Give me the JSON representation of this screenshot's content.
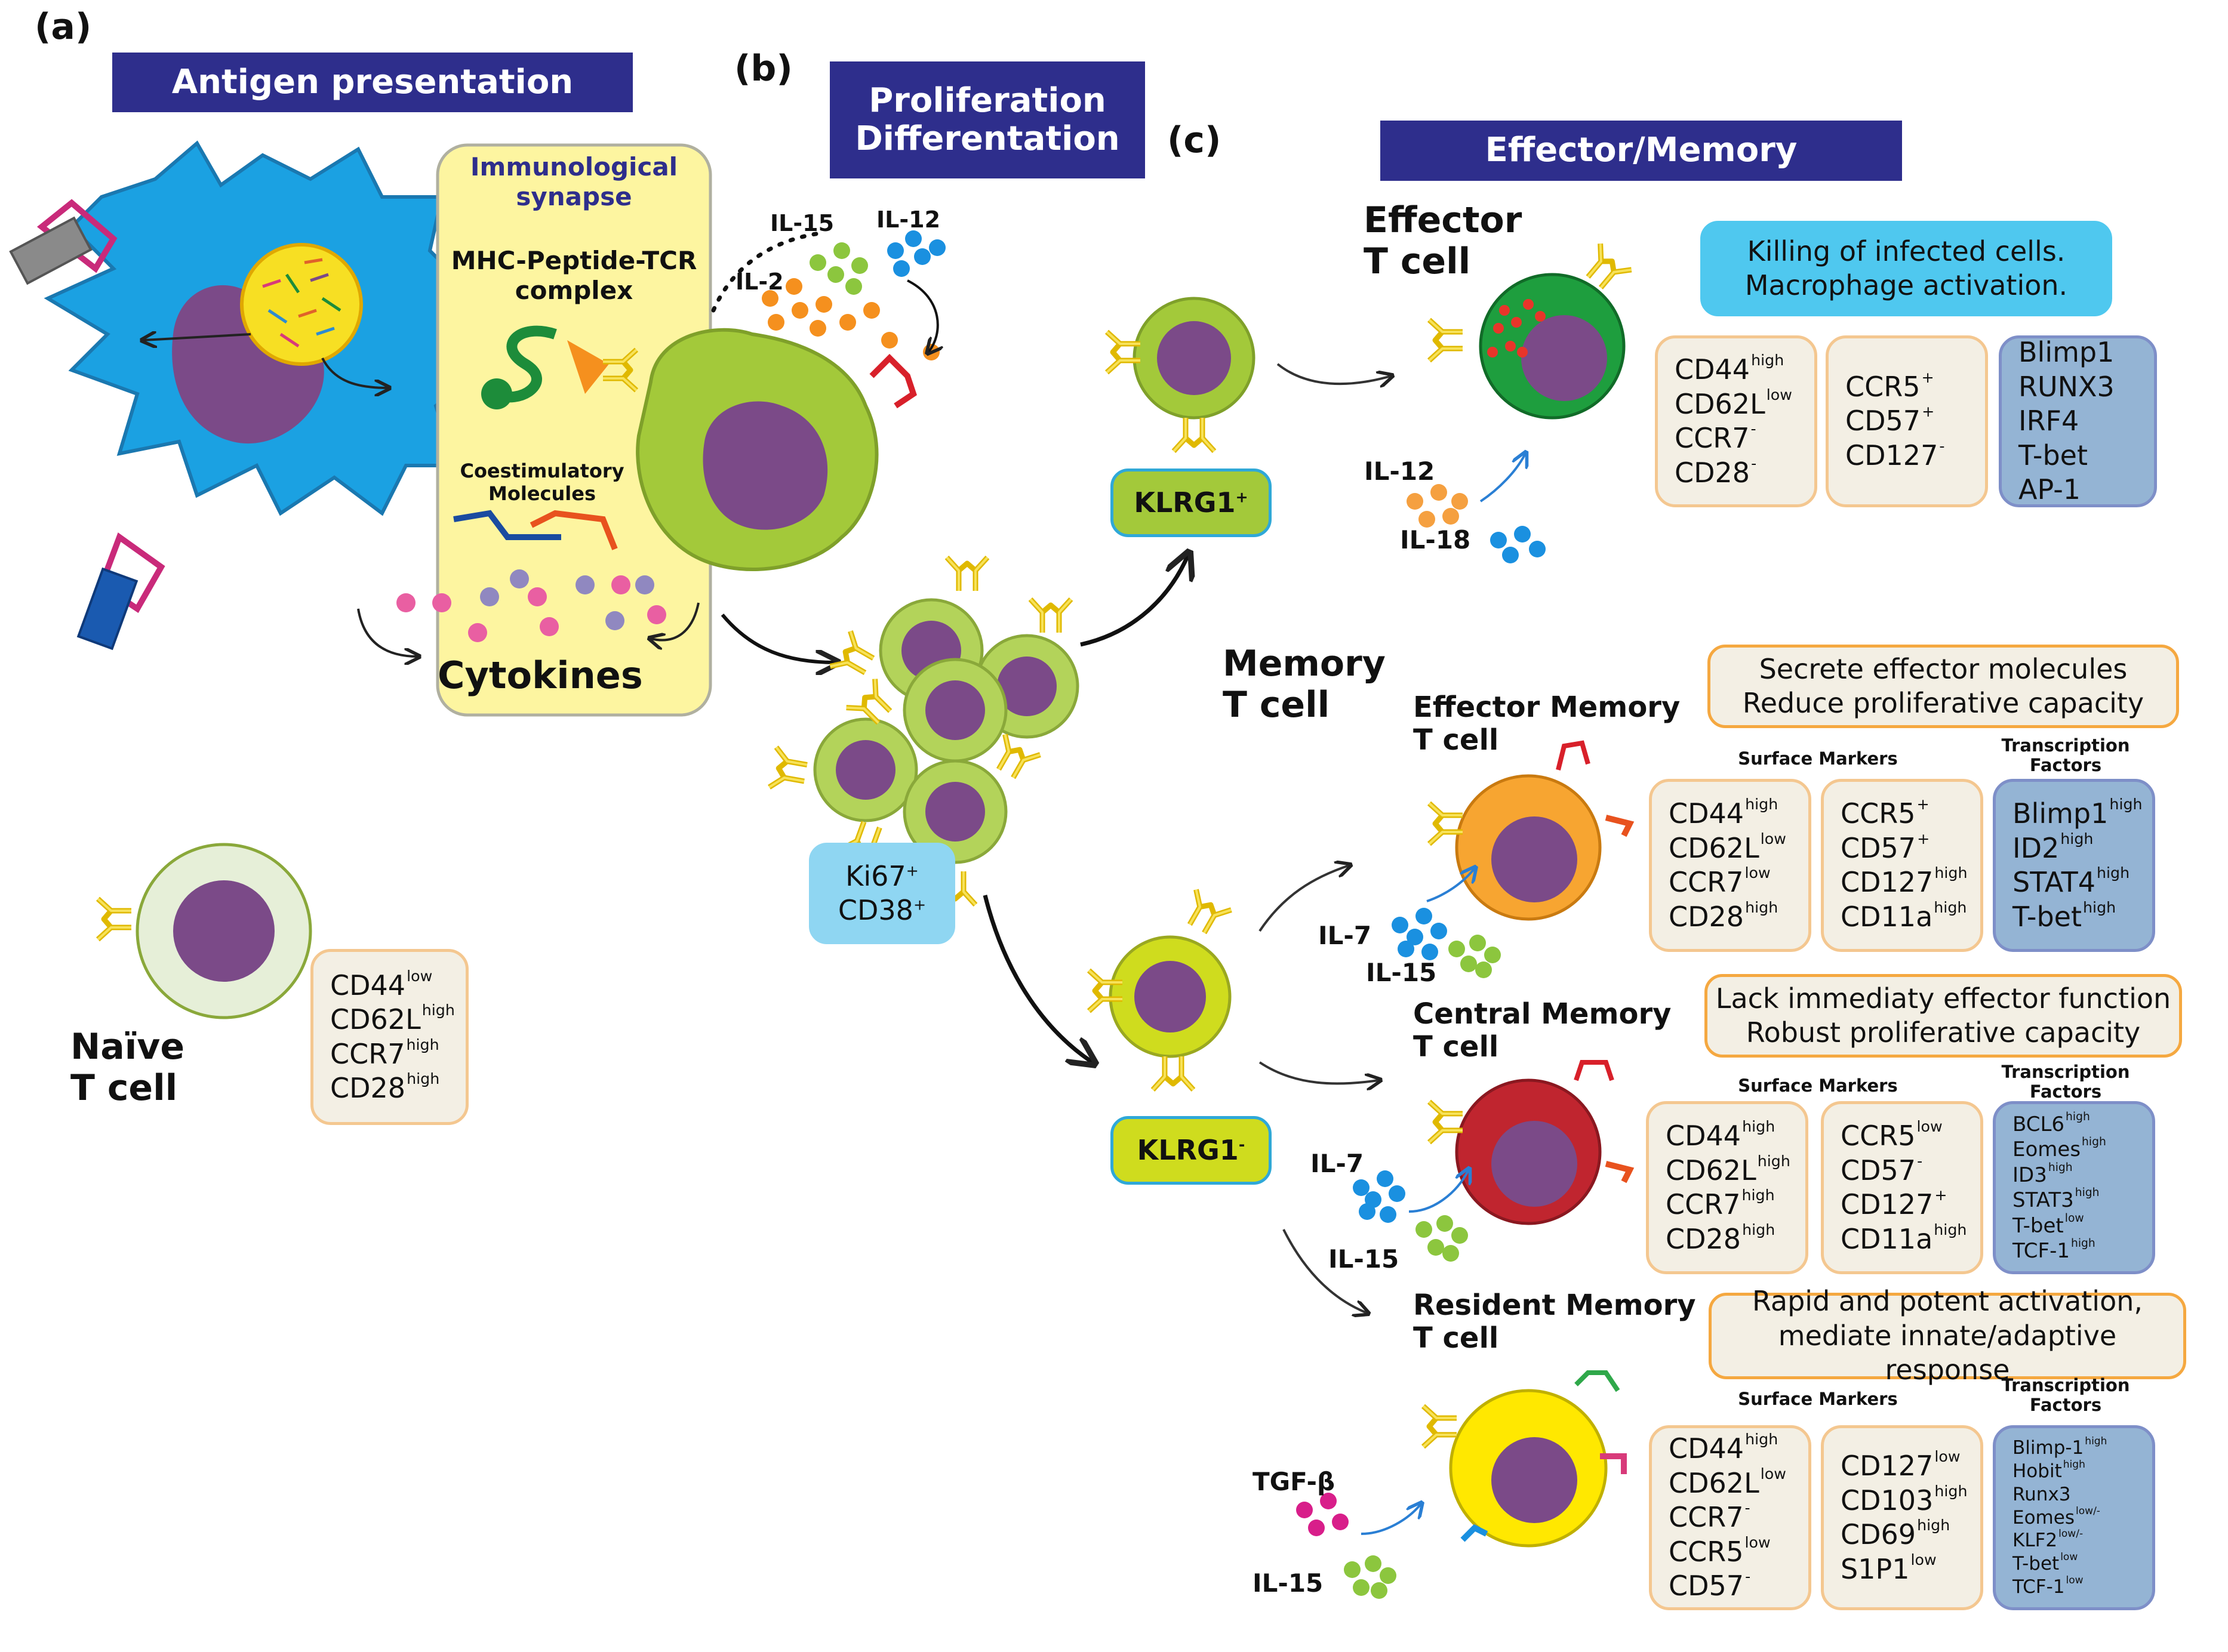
{
  "panel_labels": {
    "a": "(a)",
    "b": "(b)",
    "c": "(c)"
  },
  "banners": {
    "antigen": "Antigen presentation",
    "prolif_1": "Proliferation",
    "prolif_2": "Differentation",
    "effector_memory": "Effector/Memory"
  },
  "synapse": {
    "title_1": "Immunological",
    "title_2": "synapse",
    "mhc_1": "MHC-Peptide-TCR",
    "mhc_2": "complex",
    "costim_1": "Coestimulatory",
    "costim_2": "Molecules",
    "cytokines": "Cytokines"
  },
  "cytokines_b": {
    "il15": "IL-15",
    "il12": "IL-12",
    "il2": "IL-2"
  },
  "prolif_marker": {
    "l1": "Ki67",
    "l1_sup": "+",
    "l2": "CD38",
    "l2_sup": "+"
  },
  "klrg_pos": {
    "text": "KLRG1",
    "sup": "+"
  },
  "klrg_neg": {
    "text": "KLRG1",
    "sup": "-"
  },
  "naive": {
    "title_1": "Naïve",
    "title_2": "T cell",
    "markers": [
      {
        "base": "CD44",
        "sup": "low"
      },
      {
        "base": "CD62L",
        "sup": "high"
      },
      {
        "base": "CCR7",
        "sup": "high"
      },
      {
        "base": "CD28",
        "sup": "high"
      }
    ]
  },
  "effector": {
    "title_1": "Effector",
    "title_2": "T cell",
    "function_1": "Killing of infected cells.",
    "function_2": "Macrophage activation.",
    "il12": "IL-12",
    "il18": "IL-18",
    "markers_1": [
      {
        "base": "CD44",
        "sup": "high"
      },
      {
        "base": "CD62L",
        "sup": "low"
      },
      {
        "base": "CCR7",
        "sup": "-"
      },
      {
        "base": "CD28",
        "sup": "-"
      }
    ],
    "markers_2": [
      {
        "base": "CCR5",
        "sup": "+"
      },
      {
        "base": "CD57",
        "sup": "+"
      },
      {
        "base": "CD127",
        "sup": "-"
      }
    ],
    "tf": [
      {
        "base": "Blimp1",
        "sup": ""
      },
      {
        "base": "RUNX3",
        "sup": ""
      },
      {
        "base": "IRF4",
        "sup": ""
      },
      {
        "base": "T-bet",
        "sup": ""
      },
      {
        "base": "AP-1",
        "sup": ""
      }
    ]
  },
  "memory": {
    "title_1": "Memory",
    "title_2": "T cell",
    "surface_header": "Surface Markers",
    "tf_header_1": "Transcription",
    "tf_header_2": "Factors",
    "em": {
      "title_1": "Effector Memory",
      "title_2": "T cell",
      "function_1": "Secrete effector molecules",
      "function_2": "Reduce proliferative capacity",
      "il7": "IL-7",
      "il15": "IL-15",
      "markers_1": [
        {
          "base": "CD44",
          "sup": "high"
        },
        {
          "base": "CD62L",
          "sup": "low"
        },
        {
          "base": "CCR7",
          "sup": "low"
        },
        {
          "base": "CD28",
          "sup": "high"
        }
      ],
      "markers_2": [
        {
          "base": "CCR5",
          "sup": "+"
        },
        {
          "base": "CD57",
          "sup": "+"
        },
        {
          "base": "CD127",
          "sup": "high"
        },
        {
          "base": "CD11a",
          "sup": "high"
        }
      ],
      "tf": [
        {
          "base": "Blimp1",
          "sup": "high"
        },
        {
          "base": "ID2",
          "sup": "high"
        },
        {
          "base": "STAT4",
          "sup": "high"
        },
        {
          "base": "T-bet",
          "sup": "high"
        }
      ]
    },
    "cm": {
      "title_1": "Central Memory",
      "title_2": "T cell",
      "function_1": "Lack immediaty effector function",
      "function_2": "Robust proliferative capacity",
      "il7": "IL-7",
      "il15": "IL-15",
      "markers_1": [
        {
          "base": "CD44",
          "sup": "high"
        },
        {
          "base": "CD62L",
          "sup": "high"
        },
        {
          "base": "CCR7",
          "sup": "high"
        },
        {
          "base": "CD28",
          "sup": "high"
        }
      ],
      "markers_2": [
        {
          "base": "CCR5",
          "sup": "low"
        },
        {
          "base": "CD57",
          "sup": "-"
        },
        {
          "base": "CD127",
          "sup": "+"
        },
        {
          "base": "CD11a",
          "sup": "high"
        }
      ],
      "tf": [
        {
          "base": "BCL6",
          "sup": "high"
        },
        {
          "base": "Eomes",
          "sup": "high"
        },
        {
          "base": "ID3",
          "sup": "high"
        },
        {
          "base": "STAT3",
          "sup": "high"
        },
        {
          "base": "T-bet",
          "sup": "low"
        },
        {
          "base": "TCF-1",
          "sup": "high"
        }
      ]
    },
    "rm": {
      "title_1": "Resident Memory",
      "title_2": "T cell",
      "function_1": "Rapid and potent activation,",
      "function_2": "mediate innate/adaptive response",
      "tgf": "TGF-β",
      "il15": "IL-15",
      "markers_1": [
        {
          "base": "CD44",
          "sup": "high"
        },
        {
          "base": "CD62L",
          "sup": "low"
        },
        {
          "base": "CCR7",
          "sup": "-"
        },
        {
          "base": "CCR5",
          "sup": "low"
        },
        {
          "base": "CD57",
          "sup": "-"
        }
      ],
      "markers_2": [
        {
          "base": "CD127",
          "sup": "low"
        },
        {
          "base": "CD103",
          "sup": "high"
        },
        {
          "base": "CD69",
          "sup": "high"
        },
        {
          "base": "S1P1",
          "sup": "low"
        }
      ],
      "tf": [
        {
          "base": "Blimp-1",
          "sup": "high"
        },
        {
          "base": "Hobit",
          "sup": "high"
        },
        {
          "base": "Runx3",
          "sup": ""
        },
        {
          "base": "Eomes",
          "sup": "low/-"
        },
        {
          "base": "KLF2",
          "sup": "low/-"
        },
        {
          "base": "T-bet",
          "sup": "low"
        },
        {
          "base": "TCF-1",
          "sup": "low"
        }
      ]
    }
  },
  "colors": {
    "banner": "#2e2e8c",
    "dendritic": "#1ba1e2",
    "nucleus": "#7b4a88",
    "tcell_green": "#a3c93a",
    "effector_cell": "#1e9e3e",
    "em_cell": "#f7a531",
    "cm_cell": "#c0252f",
    "rm_cell": "#ffe800",
    "synapse_bg": "#fdf5a0",
    "function_cyan": "#4fc8ef"
  }
}
